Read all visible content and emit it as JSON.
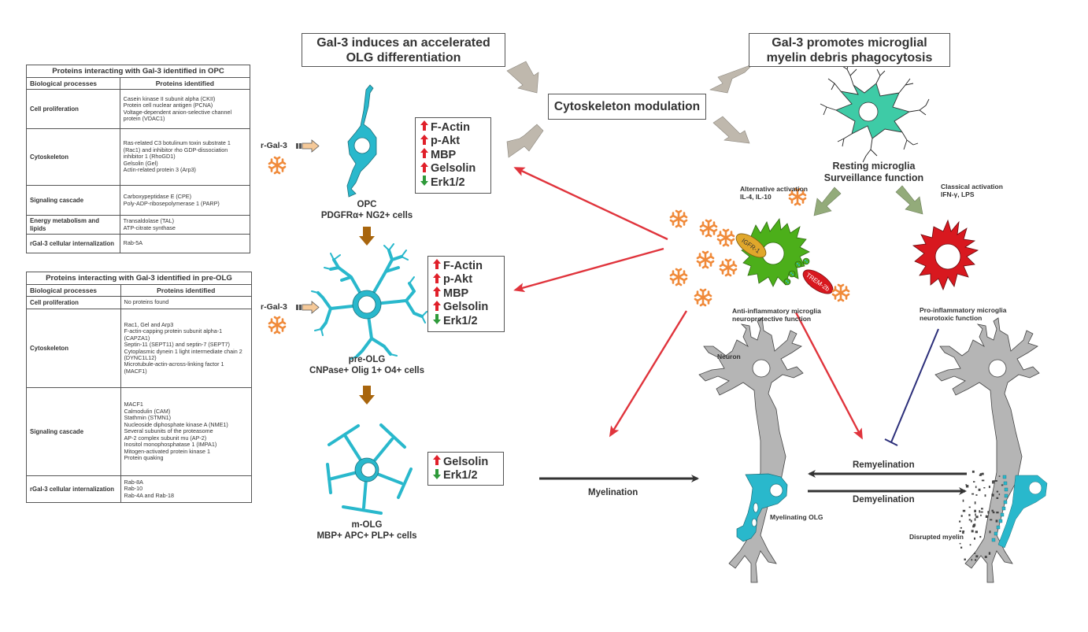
{
  "tables": {
    "opc": {
      "title": "Proteins interacting with Gal-3 identified in OPC",
      "headers": [
        "Biological processes",
        "Proteins identified"
      ],
      "rows": [
        {
          "process": "Cell proliferation",
          "proteins": [
            "Casein kinase II subunit alpha (CKII)",
            "Protein cell nuclear antigen (PCNA)",
            "Voltage-dependent anion-selective channel protein (VDAC1)"
          ]
        },
        {
          "process": "Cytoskeleton",
          "proteins": [
            "Ras-related C3 botulinum toxin substrate 1 (Rac1) and inhibitor rho GDP-dissociation inhibitor 1 (RhoGD1)",
            "Gelsolin (Gel)",
            "Actin-related protein 3 (Arp3)"
          ]
        },
        {
          "process": "Signaling cascade",
          "proteins": [
            "Carboxypeptidase E (CPE)",
            "Poly-ADP-ribosepolymerase 1 (PARP)"
          ]
        },
        {
          "process": "Energy metabolism and lipids",
          "proteins": [
            "Transaldolase (TAL)",
            "ATP-citrate synthase"
          ]
        },
        {
          "process": "rGal-3 cellular internalization",
          "proteins": [
            "Rab-5A"
          ]
        }
      ]
    },
    "preolg": {
      "title": "Proteins interacting with Gal-3 identified in pre-OLG",
      "headers": [
        "Biological processes",
        "Proteins identified"
      ],
      "rows": [
        {
          "process": "Cell proliferation",
          "proteins": [
            "No proteins found"
          ]
        },
        {
          "process": "Cytoskeleton",
          "proteins": [
            "Rac1, Gel and Arp3",
            "F-actin-capping protein subunit alpha-1 (CAPZA1)",
            "Septin-11 (SEPT11) and septin-7 (SEPT7)",
            "Cytoplasmic dynein 1 light intermediate chain 2 (DYNC1L12)",
            "Microtubule-actin-across-linking factor 1 (MACF1)"
          ]
        },
        {
          "process": "Signaling cascade",
          "proteins": [
            "MACF1",
            "Calmodulin (CAM)",
            "Stathmin (STMN1)",
            "Nucleoside diphosphate kinase A (NME1)",
            "Several subunits of the proteasome",
            "AP-2 complex subunit mu (AP-2)",
            "Inositol monophosphatase 1 (IMPA1)",
            "Mitogen-activated protein kinase 1",
            "Protein quaking"
          ]
        },
        {
          "process": "rGal-3 cellular internalization",
          "proteins": [
            "Rab-8A",
            "Rab-10",
            "Rab-4A and Rab-18"
          ]
        }
      ]
    }
  },
  "headers": {
    "left_title": "Gal-3 induces an accelerated OLG differentiation",
    "left_title_lines": [
      "Gal-3 induces an accelerated",
      "OLG differentiation"
    ],
    "right_title_lines": [
      "Gal-3 promotes microglial",
      "myelin debris phagocytosis"
    ],
    "center": "Cytoskeleton modulation"
  },
  "olg_stages": [
    {
      "name": "OPC",
      "markers_line": "PDGFRα+ NG2+ cells",
      "stimulus": "r-Gal-3",
      "effects": [
        {
          "dir": "up",
          "label": "F-Actin"
        },
        {
          "dir": "up",
          "label": "p-Akt"
        },
        {
          "dir": "up",
          "label": "MBP"
        },
        {
          "dir": "up",
          "label": "Gelsolin"
        },
        {
          "dir": "down",
          "label": "Erk1/2"
        }
      ]
    },
    {
      "name": "pre-OLG",
      "markers_line": "CNPase+ Olig 1+ O4+ cells",
      "stimulus": "r-Gal-3",
      "effects": [
        {
          "dir": "up",
          "label": "F-Actin"
        },
        {
          "dir": "up",
          "label": "p-Akt"
        },
        {
          "dir": "up",
          "label": "MBP"
        },
        {
          "dir": "up",
          "label": "Gelsolin"
        },
        {
          "dir": "down",
          "label": "Erk1/2"
        }
      ]
    },
    {
      "name": "m-OLG",
      "markers_line": "MBP+ APC+ PLP+ cells",
      "stimulus": "",
      "effects": [
        {
          "dir": "up",
          "label": "Gelsolin"
        },
        {
          "dir": "down",
          "label": "Erk1/2"
        }
      ]
    }
  ],
  "microglia": {
    "resting": [
      "Resting microglia",
      "Surveillance function"
    ],
    "alternative": [
      "Alternative activation",
      "IL-4, IL-10"
    ],
    "classical": [
      "Classical activation",
      "IFN-γ, LPS"
    ],
    "anti_inflammatory": [
      "Anti-inflammatory microglia",
      "neuroprotective function"
    ],
    "pro_inflammatory": [
      "Pro-inflammatory microglia",
      "neurotoxic function"
    ],
    "receptors": [
      "IGFR-1",
      "TREM-2b"
    ]
  },
  "neurons": {
    "neuron_label": "Neuron",
    "myelinating_label": "Myelinating OLG",
    "disrupted_label": "Disrupted myelin",
    "processes": {
      "myelination": "Myelination",
      "remyelination": "Remyelination",
      "demyelination": "Demyelination"
    }
  },
  "colors": {
    "olg_cyan": "#29b8cc",
    "resting_microglia": "#3ecba6",
    "anti_inflammatory": "#4caf1a",
    "pro_inflammatory": "#d8181f",
    "gal3_orange": "#f08a3a",
    "grey_arrow": "#bfb8ad",
    "green_arrow": "#93ab7a",
    "brown_arrow": "#a8650d",
    "red_arrow": "#e0343c",
    "up_red": "#e0202a",
    "down_green": "#2e9a3a",
    "inhibit_navy": "#2c2f7a",
    "neuron_grey": "#b5b5b5"
  }
}
